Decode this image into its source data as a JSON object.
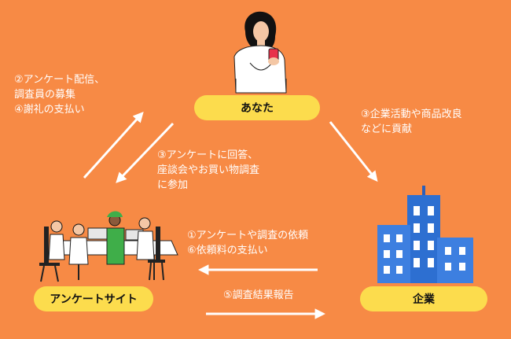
{
  "nodes": {
    "you": "あなた",
    "site": "アンケートサイト",
    "company": "企業"
  },
  "labels": {
    "site_to_you": [
      "②アンケート配信、",
      "調査員の募集",
      "④謝礼の支払い"
    ],
    "you_to_site": [
      "③アンケートに回答、",
      "座談会やお買い物調査",
      "に参加"
    ],
    "you_to_company": [
      "③企業活動や商品改良",
      "などに貢献"
    ],
    "company_to_site": [
      "①アンケートや調査の依頼",
      "⑥依頼料の支払い"
    ],
    "site_to_company": [
      "⑤調査結果報告"
    ]
  },
  "colors": {
    "background": "#F78A45",
    "pill": "#FCDC4D",
    "arrow": "#ffffff"
  },
  "icons": {
    "person": "woman-with-phone-icon",
    "meeting": "meeting-table-icon",
    "company": "office-building-icon"
  }
}
